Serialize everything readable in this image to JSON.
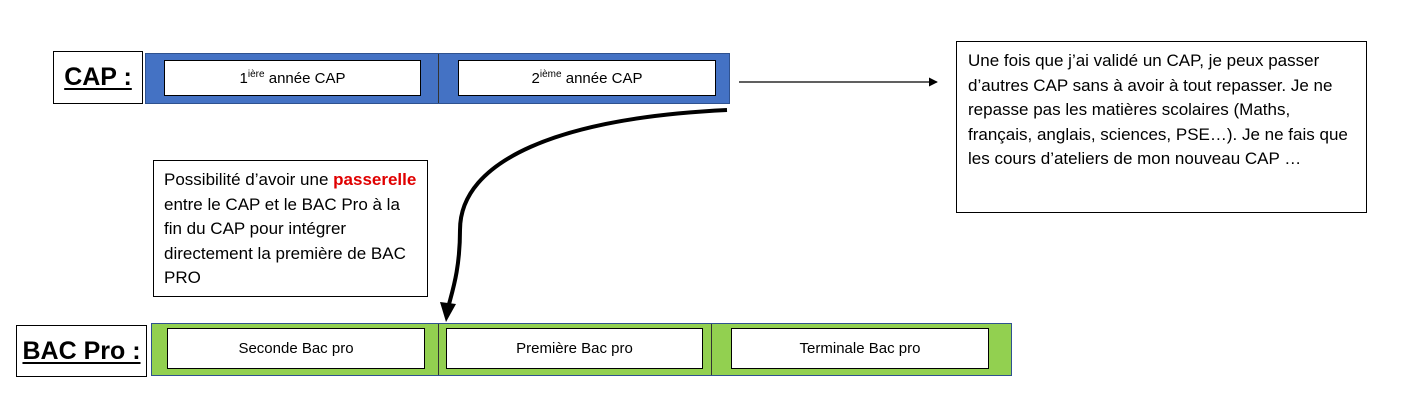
{
  "cap": {
    "label": "CAP :",
    "year1": {
      "num": "1",
      "sup": "ière",
      "text": " année CAP"
    },
    "year2": {
      "num": "2",
      "sup": "ième",
      "text": " année CAP"
    }
  },
  "bac": {
    "label": "BAC Pro :",
    "cells": [
      "Seconde Bac pro",
      "Première Bac pro",
      "Terminale Bac pro"
    ]
  },
  "note_right": {
    "text": "Une fois que j’ai validé un CAP, je peux passer d’autres CAP sans à avoir à tout repasser. Je ne repasse pas les matières scolaires (Maths, français, anglais, sciences, PSE…). Je ne fais que les cours d’ateliers de mon nouveau CAP …"
  },
  "note_left": {
    "before": "Possibilité d’avoir une ",
    "highlight": "passerelle",
    "after": " entre le CAP et le BAC Pro à la fin du CAP pour intégrer directement la première de BAC PRO"
  },
  "colors": {
    "cap_band": "#4472c4",
    "bac_band": "#92d050",
    "highlight": "#e00000"
  }
}
